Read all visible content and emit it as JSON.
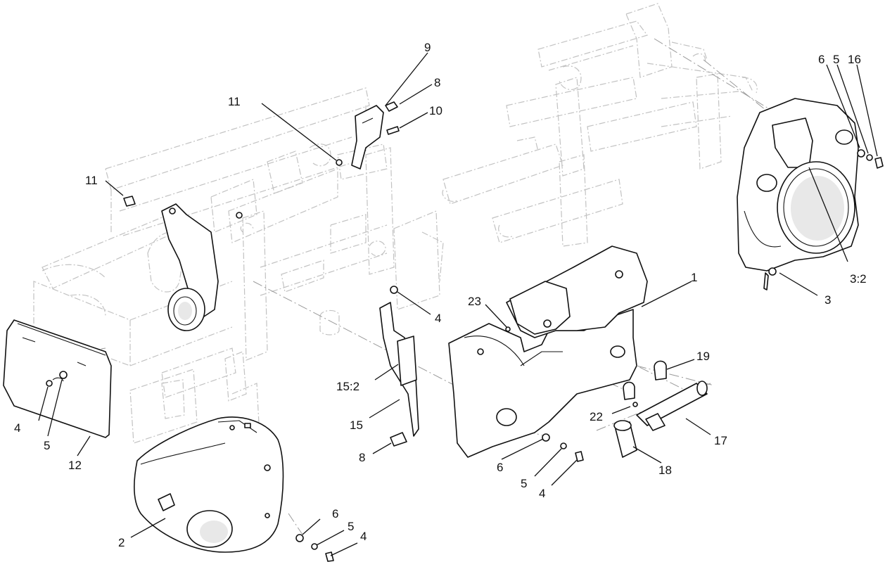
{
  "callouts": [
    {
      "id": "c9",
      "text": "9"
    },
    {
      "id": "c8a",
      "text": "8"
    },
    {
      "id": "c10",
      "text": "10"
    },
    {
      "id": "c11a",
      "text": "11"
    },
    {
      "id": "c11b",
      "text": "11"
    },
    {
      "id": "c6a",
      "text": "6"
    },
    {
      "id": "c5a",
      "text": "5"
    },
    {
      "id": "c16",
      "text": "16"
    },
    {
      "id": "c3b",
      "text": "3:2"
    },
    {
      "id": "c3",
      "text": "3"
    },
    {
      "id": "c1",
      "text": "1"
    },
    {
      "id": "c23",
      "text": "23"
    },
    {
      "id": "c4a",
      "text": "4"
    },
    {
      "id": "c19",
      "text": "19"
    },
    {
      "id": "c15b",
      "text": "15:2"
    },
    {
      "id": "c15",
      "text": "15"
    },
    {
      "id": "c22",
      "text": "22"
    },
    {
      "id": "c17",
      "text": "17"
    },
    {
      "id": "c8b",
      "text": "8"
    },
    {
      "id": "c6b",
      "text": "6"
    },
    {
      "id": "c18",
      "text": "18"
    },
    {
      "id": "c5b",
      "text": "5"
    },
    {
      "id": "c4b",
      "text": "4"
    },
    {
      "id": "c4c",
      "text": "4"
    },
    {
      "id": "c5c",
      "text": "5"
    },
    {
      "id": "c12",
      "text": "12"
    },
    {
      "id": "c6c",
      "text": "6"
    },
    {
      "id": "c5d",
      "text": "5"
    },
    {
      "id": "c4d",
      "text": "4"
    },
    {
      "id": "c2",
      "text": "2"
    }
  ]
}
